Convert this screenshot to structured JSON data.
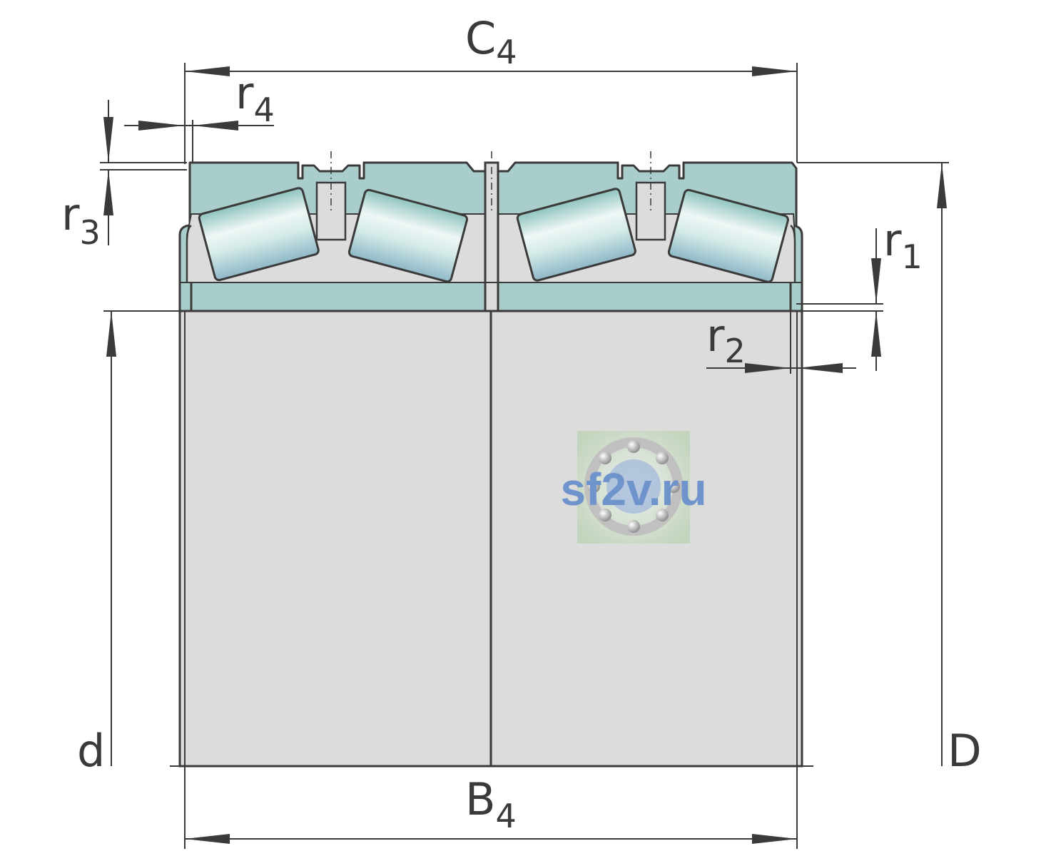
{
  "colors": {
    "background": "#ffffff",
    "line": "#3a3a3a",
    "inner_ring_fill": "#dcdcdc",
    "outer_ring_fill": "#a9cdcb",
    "roller_light": "#eef7f6",
    "roller_mid": "#b8dcd8",
    "watermark_text": "#6f94cc",
    "watermark_bg": "#c8dcc0"
  },
  "labels": {
    "c4": {
      "main": "C",
      "sub": "4"
    },
    "r4": {
      "main": "r",
      "sub": "4"
    },
    "r3": {
      "main": "r",
      "sub": "3"
    },
    "r1": {
      "main": "r",
      "sub": "1"
    },
    "r2": {
      "main": "r",
      "sub": "2"
    },
    "d": {
      "main": "d"
    },
    "D": {
      "main": "D"
    },
    "b4": {
      "main": "B",
      "sub": "4"
    }
  },
  "watermark": {
    "text": "sf2v.ru"
  },
  "icons": {
    "watermark_logo": "ball-bearing-icon"
  }
}
